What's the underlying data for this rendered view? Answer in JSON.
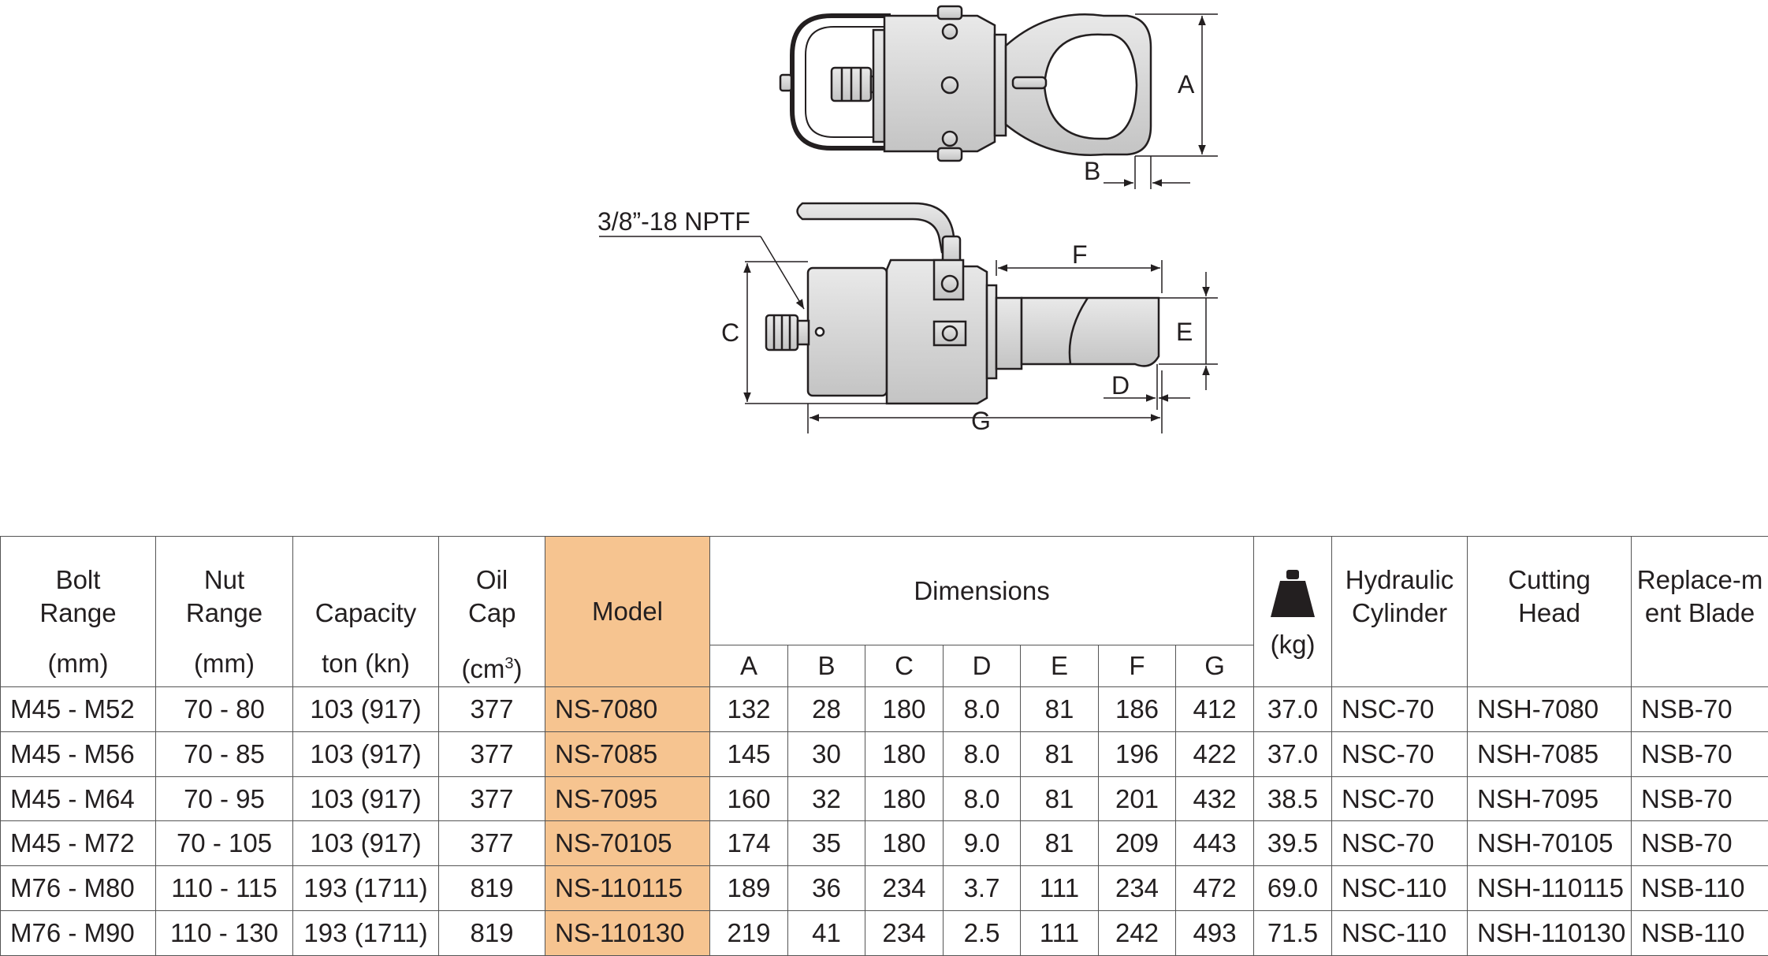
{
  "drawing": {
    "port_label": "3/8”-18 NPTF",
    "dims": {
      "a": "A",
      "b": "B",
      "c": "C",
      "d": "D",
      "e": "E",
      "f": "F",
      "g": "G"
    }
  },
  "table": {
    "headers": {
      "bolt_range": "Bolt Range",
      "bolt_range_unit": "(mm)",
      "nut_range": "Nut Range",
      "nut_range_unit": "(mm)",
      "capacity": "Capacity",
      "capacity_unit": "ton  (kn)",
      "oil_cap": "Oil Cap",
      "oil_cap_unit_base": "(cm",
      "oil_cap_unit_sup": "3",
      "oil_cap_unit_close": ")",
      "model": "Model",
      "dimensions": "Dimensions",
      "dim_cols": [
        "A",
        "B",
        "C",
        "D",
        "E",
        "F",
        "G"
      ],
      "weight_icon": "weight-icon",
      "weight_unit": "(kg)",
      "hydraulic_cylinder": "Hydraulic Cylinder",
      "cutting_head": "Cutting Head",
      "replacement_blade": "Replace-ment Blade"
    },
    "rows": [
      [
        "M45 - M52",
        "70 - 80",
        "103 (917)",
        "377",
        "NS-7080",
        "132",
        "28",
        "180",
        "8.0",
        "81",
        "186",
        "412",
        "37.0",
        "NSC-70",
        "NSH-7080",
        "NSB-70"
      ],
      [
        "M45 - M56",
        "70 - 85",
        "103 (917)",
        "377",
        "NS-7085",
        "145",
        "30",
        "180",
        "8.0",
        "81",
        "196",
        "422",
        "37.0",
        "NSC-70",
        "NSH-7085",
        "NSB-70"
      ],
      [
        "M45 - M64",
        "70 - 95",
        "103 (917)",
        "377",
        "NS-7095",
        "160",
        "32",
        "180",
        "8.0",
        "81",
        "201",
        "432",
        "38.5",
        "NSC-70",
        "NSH-7095",
        "NSB-70"
      ],
      [
        "M45 - M72",
        "70 - 105",
        "103 (917)",
        "377",
        "NS-70105",
        "174",
        "35",
        "180",
        "9.0",
        "81",
        "209",
        "443",
        "39.5",
        "NSC-70",
        "NSH-70105",
        "NSB-70"
      ],
      [
        "M76 - M80",
        "110 - 115",
        "193 (1711)",
        "819",
        "NS-110115",
        "189",
        "36",
        "234",
        "3.7",
        "111",
        "234",
        "472",
        "69.0",
        "NSC-110",
        "NSH-110115",
        "NSB-110"
      ],
      [
        "M76 - M90",
        "110 - 130",
        "193 (1711)",
        "819",
        "NS-110130",
        "219",
        "41",
        "234",
        "2.5",
        "111",
        "242",
        "493",
        "71.5",
        "NSC-110",
        "NSH-110130",
        "NSB-110"
      ]
    ]
  }
}
